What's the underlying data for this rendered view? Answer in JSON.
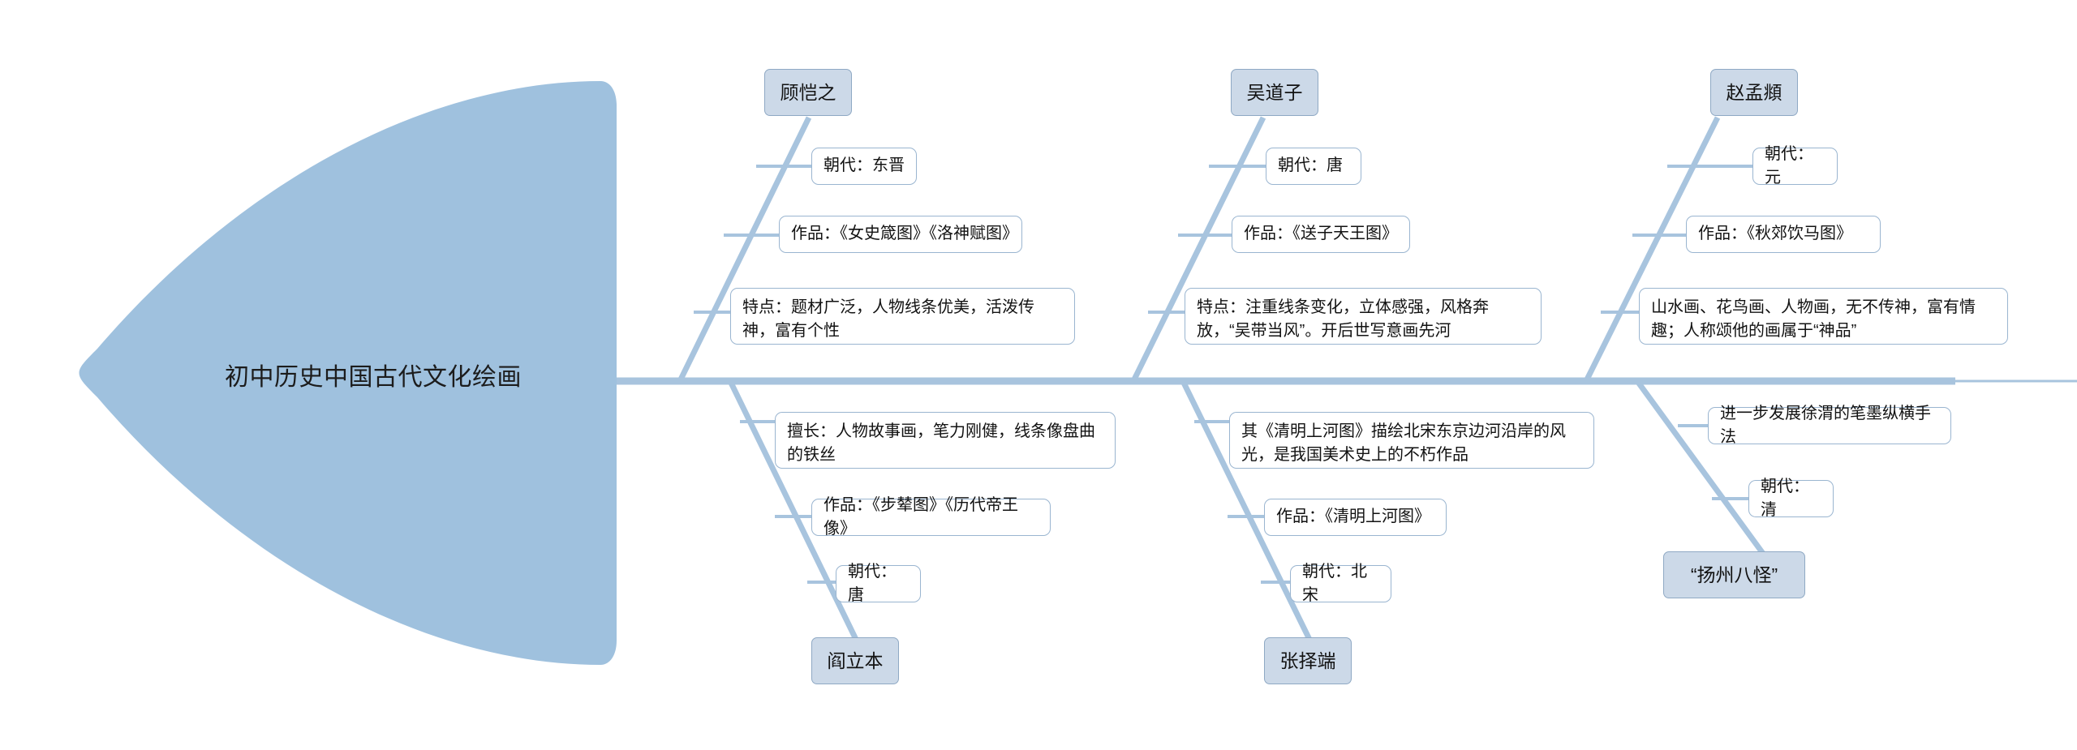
{
  "diagram": {
    "type": "fishbone",
    "title": "初中历史中国古代文化绘画",
    "colors": {
      "head_fill": "#9FC1DE",
      "spine": "#A8C4DE",
      "branch": "#A8C4DE",
      "category_fill": "#CCD9E8",
      "category_border": "#8FA9C4",
      "leaf_fill": "#FFFFFF",
      "leaf_border": "#9AB5D0",
      "text": "#121212",
      "background": "#FFFFFF"
    },
    "branches": [
      {
        "id": "gu-kaizhi",
        "side": "top",
        "category": "顾恺之",
        "leaves": [
          {
            "id": "gu-dynasty",
            "text": "朝代：东晋"
          },
          {
            "id": "gu-works",
            "text": "作品：《女史箴图》《洛神赋图》"
          },
          {
            "id": "gu-features",
            "text": "特点：题材广泛，人物线条优美，活泼传神，富有个性"
          }
        ]
      },
      {
        "id": "yan-liben",
        "side": "bottom",
        "category": "阎立本",
        "leaves": [
          {
            "id": "yan-skill",
            "text": "擅长：人物故事画，笔力刚健，线条像盘曲的铁丝"
          },
          {
            "id": "yan-works",
            "text": "作品：《步辇图》《历代帝王像》"
          },
          {
            "id": "yan-dynasty",
            "text": "朝代：唐"
          }
        ]
      },
      {
        "id": "wu-daozi",
        "side": "top",
        "category": "吴道子",
        "leaves": [
          {
            "id": "wu-dynasty",
            "text": "朝代：唐"
          },
          {
            "id": "wu-works",
            "text": "作品：《送子天王图》"
          },
          {
            "id": "wu-features",
            "text": "特点：注重线条变化，立体感强，风格奔放，“吴带当风”。开后世写意画先河"
          }
        ]
      },
      {
        "id": "zhang-zeduan",
        "side": "bottom",
        "category": "张择端",
        "leaves": [
          {
            "id": "zhang-note",
            "text": "其《清明上河图》描绘北宋东京边河沿岸的风光，是我国美术史上的不朽作品"
          },
          {
            "id": "zhang-works",
            "text": "作品：《清明上河图》"
          },
          {
            "id": "zhang-dynasty",
            "text": "朝代：北宋"
          }
        ]
      },
      {
        "id": "zhao-mengfu",
        "side": "top",
        "category": "赵孟頫",
        "leaves": [
          {
            "id": "zhao-dynasty",
            "text": "朝代：元"
          },
          {
            "id": "zhao-works",
            "text": "作品：《秋郊饮马图》"
          },
          {
            "id": "zhao-note",
            "text": "山水画、花鸟画、人物画，无不传神，富有情趣；人称颂他的画属于“神品”"
          }
        ]
      },
      {
        "id": "yangzhou-bagui",
        "side": "bottom",
        "category": "“扬州八怪”",
        "leaves": [
          {
            "id": "yzbg-note",
            "text": "进一步发展徐渭的笔墨纵横手法"
          },
          {
            "id": "yzbg-dynasty",
            "text": "朝代：清"
          }
        ]
      }
    ]
  }
}
